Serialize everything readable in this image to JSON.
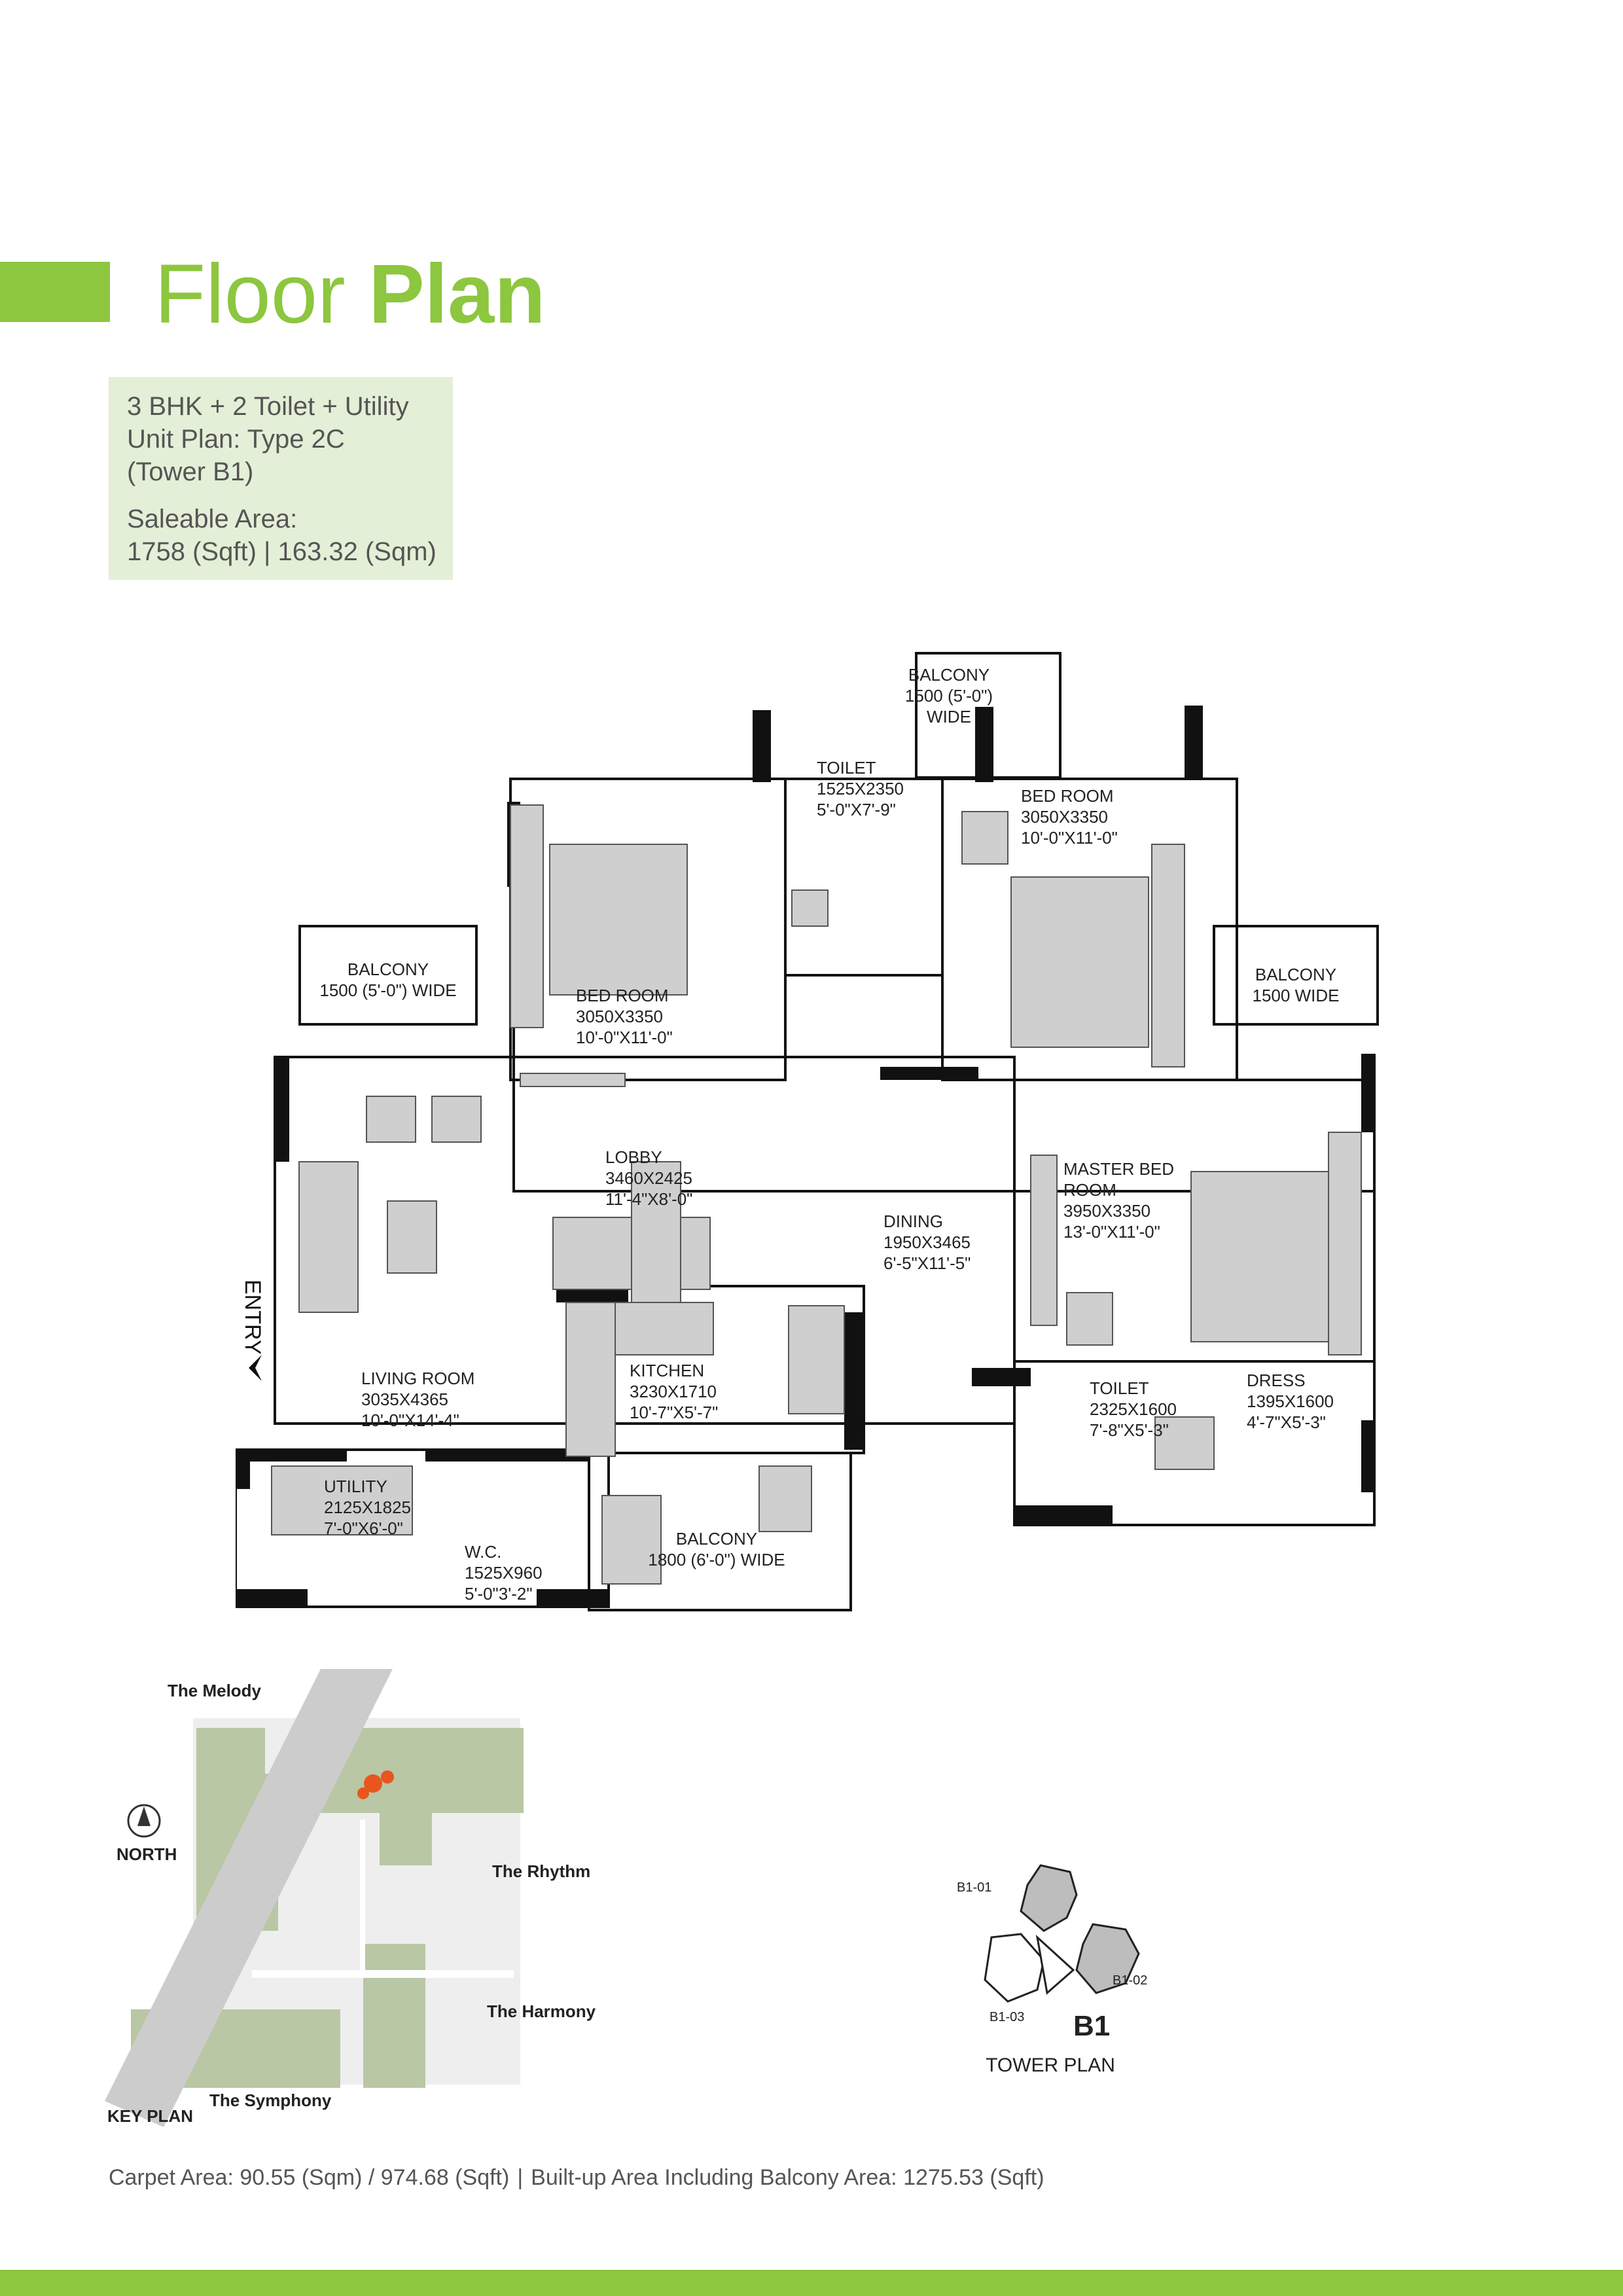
{
  "header": {
    "title_light": "Floor",
    "title_bold": "Plan"
  },
  "colors": {
    "accent": "#8dc63f",
    "info_bg": "#e4efd7",
    "wall": "#111111",
    "furniture": "#cfcfcf",
    "site_green": "#b9c7a5"
  },
  "unit_info": {
    "line1": "3 BHK + 2 Toilet + Utility",
    "line2": "Unit Plan: Type 2C",
    "line3": "(Tower B1)",
    "line4": "Saleable Area:",
    "line5": "1758 (Sqft) | 163.32 (Sqm)"
  },
  "plan": {
    "entry": "ENTRY",
    "rooms": {
      "balcony_top": [
        "BALCONY",
        "1500 (5'-0\")",
        "WIDE"
      ],
      "toilet_top": [
        "TOILET",
        "1525X2350",
        "5'-0\"X7'-9\""
      ],
      "bedroom_right": [
        "BED ROOM",
        "3050X3350",
        "10'-0\"X11'-0\""
      ],
      "bedroom_left": [
        "BED ROOM",
        "3050X3350",
        "10'-0\"X11'-0\""
      ],
      "balcony_left": [
        "BALCONY",
        "1500 (5'-0\") WIDE"
      ],
      "balcony_right": [
        "BALCONY",
        "1500 WIDE"
      ],
      "lobby": [
        "LOBBY",
        "3460X2425",
        "11'-4\"X8'-0\""
      ],
      "dining": [
        "DINING",
        "1950X3465",
        "6'-5\"X11'-5\""
      ],
      "master_bed": [
        "MASTER BED",
        "ROOM",
        "3950X3350",
        "13'-0\"X11'-0\""
      ],
      "living": [
        "LIVING ROOM",
        "3035X4365",
        "10'-0\"X14'-4\""
      ],
      "kitchen": [
        "KITCHEN",
        "3230X1710",
        "10'-7\"X5'-7\""
      ],
      "toilet_right": [
        "TOILET",
        "2325X1600",
        "7'-8\"X5'-3\""
      ],
      "dress": [
        "DRESS",
        "1395X1600",
        "4'-7\"X5'-3\""
      ],
      "utility": [
        "UTILITY",
        "2125X1825",
        "7'-0\"X6'-0\""
      ],
      "wc": [
        "W.C.",
        "1525X960",
        "5'-0\"3'-2\""
      ],
      "balcony_bottom": [
        "BALCONY",
        "1800 (6'-0\") WIDE"
      ]
    }
  },
  "key_plan": {
    "label": "KEY PLAN",
    "north": "NORTH",
    "the_melody": "The Melody",
    "the_rhythm": "The Rhythm",
    "the_harmony": "The Harmony",
    "the_symphony": "The Symphony"
  },
  "tower_plan": {
    "b1_01": "B1-01",
    "b1_02": "B1-02",
    "b1_03": "B1-03",
    "big_label": "B1",
    "caption": "TOWER PLAN"
  },
  "footer": {
    "carpet": "Carpet Area: 90.55 (Sqm) / 974.68 (Sqft)",
    "sep": "|",
    "builtup": "Built-up Area Including Balcony Area: 1275.53 (Sqft)"
  }
}
